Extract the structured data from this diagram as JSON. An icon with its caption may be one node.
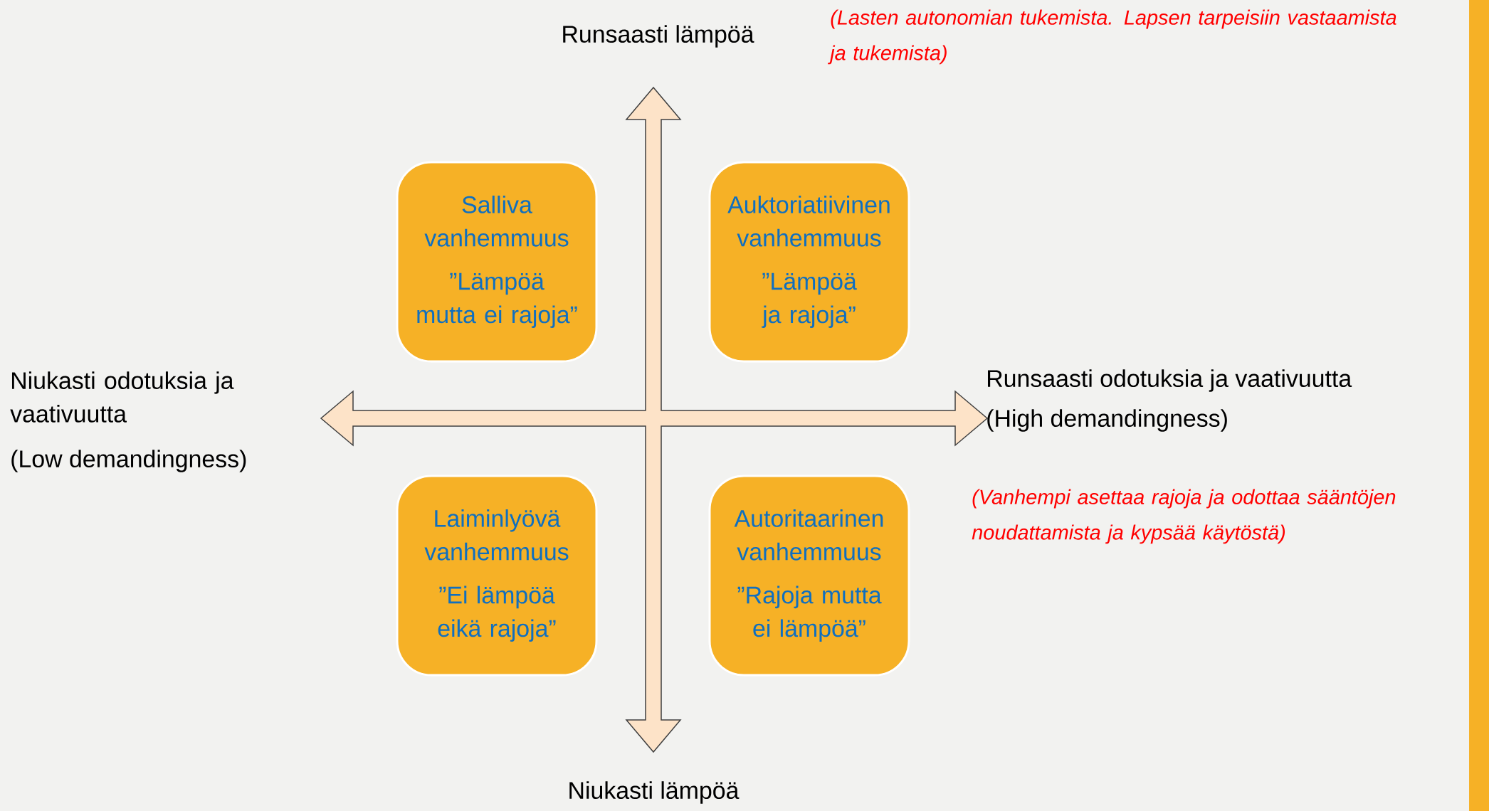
{
  "diagram": {
    "nodes": [
      {
        "text": [
          "Salliva vanhemmuus",
          "”Lämpöä mutta ei rajoja”"
        ]
      },
      {
        "text": [
          "Auktoriatiivinen vanhemmuus",
          "”Lämpöä ja rajoja”"
        ]
      },
      {
        "text": [
          "Laiminlyövä vanhemmuus",
          "”Ei lämpöä eikä rajoja”"
        ]
      },
      {
        "text": [
          "Autoritaarinen vanhemmuus",
          "”Rajoja mutta ei lämpöä”"
        ]
      }
    ],
    "labels": [
      "Runsaasti lämpöä",
      "(Lasten autonomian tukemista. Lapsen tarpeisiin vastaamista ja tukemista)",
      "Niukasti odotuksia ja vaativuutta",
      "(Low demandingness)",
      "Runsaasti odotuksia ja vaativuutta",
      "(High demandingness)",
      "(Vanhempi asettaa rajoja ja odottaa sääntöjen noudattamista ja kypsää käytöstä)",
      "Niukasti lämpöä"
    ]
  }
}
